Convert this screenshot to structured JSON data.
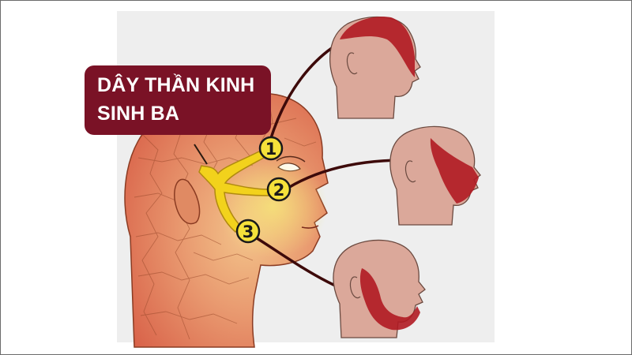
{
  "title": {
    "line1": "DÂY THẦN KINH",
    "line2": "SINH BA"
  },
  "branches": [
    {
      "number": "1",
      "target": "head-top-forehead"
    },
    {
      "number": "2",
      "target": "head-middle-cheek"
    },
    {
      "number": "3",
      "target": "head-bottom-jaw"
    }
  ],
  "colors": {
    "title_bg": "#7a1226",
    "skin": "#e99a70",
    "nerve": "#f2d21c",
    "highlight": "#b01a22",
    "arrow": "#3d0a0a"
  }
}
